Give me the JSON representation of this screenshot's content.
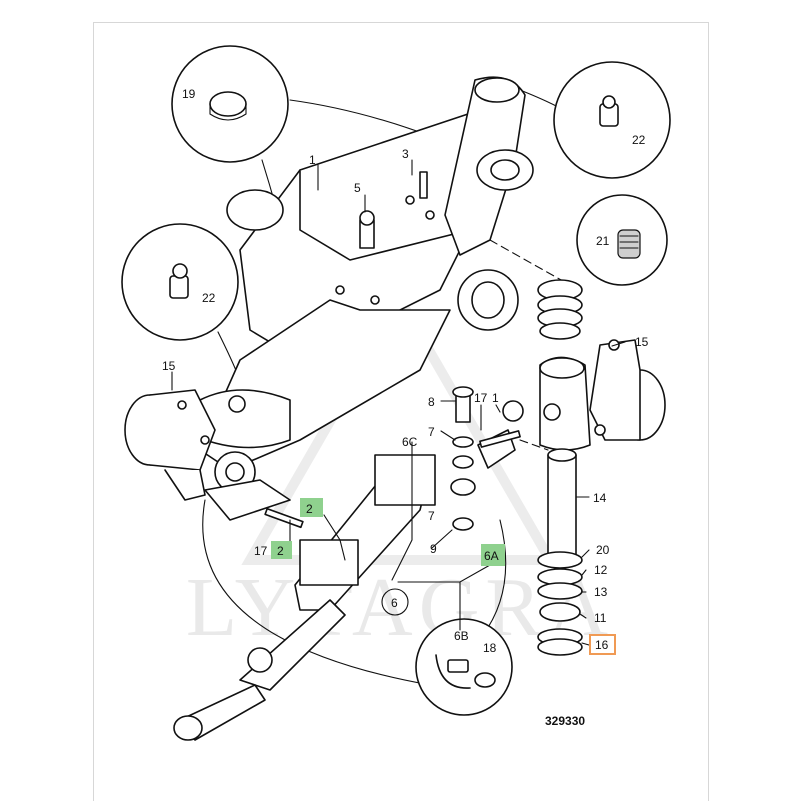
{
  "watermark": "LYTAGRA",
  "drawing_number": "329330",
  "colors": {
    "green_highlight": "#8fd18e",
    "orange_highlight": "#f09a54",
    "ink": "#111111",
    "watermark": "#e6e6e6"
  },
  "callouts": {
    "c1": "1",
    "c1b": "1",
    "c2a": "2",
    "c2b": "2",
    "c3": "3",
    "c5": "5",
    "c6": "6",
    "c6a": "6A",
    "c6b": "6B",
    "c6c": "6C",
    "c7a": "7",
    "c7b": "7",
    "c8": "8",
    "c9": "9",
    "c11": "11",
    "c12": "12",
    "c13": "13",
    "c14": "14",
    "c15a": "15",
    "c15b": "15",
    "c16": "16",
    "c17a": "17",
    "c17b": "17",
    "c18": "18",
    "c19": "19",
    "c20": "20",
    "c21": "21",
    "c22a": "22",
    "c22b": "22"
  }
}
